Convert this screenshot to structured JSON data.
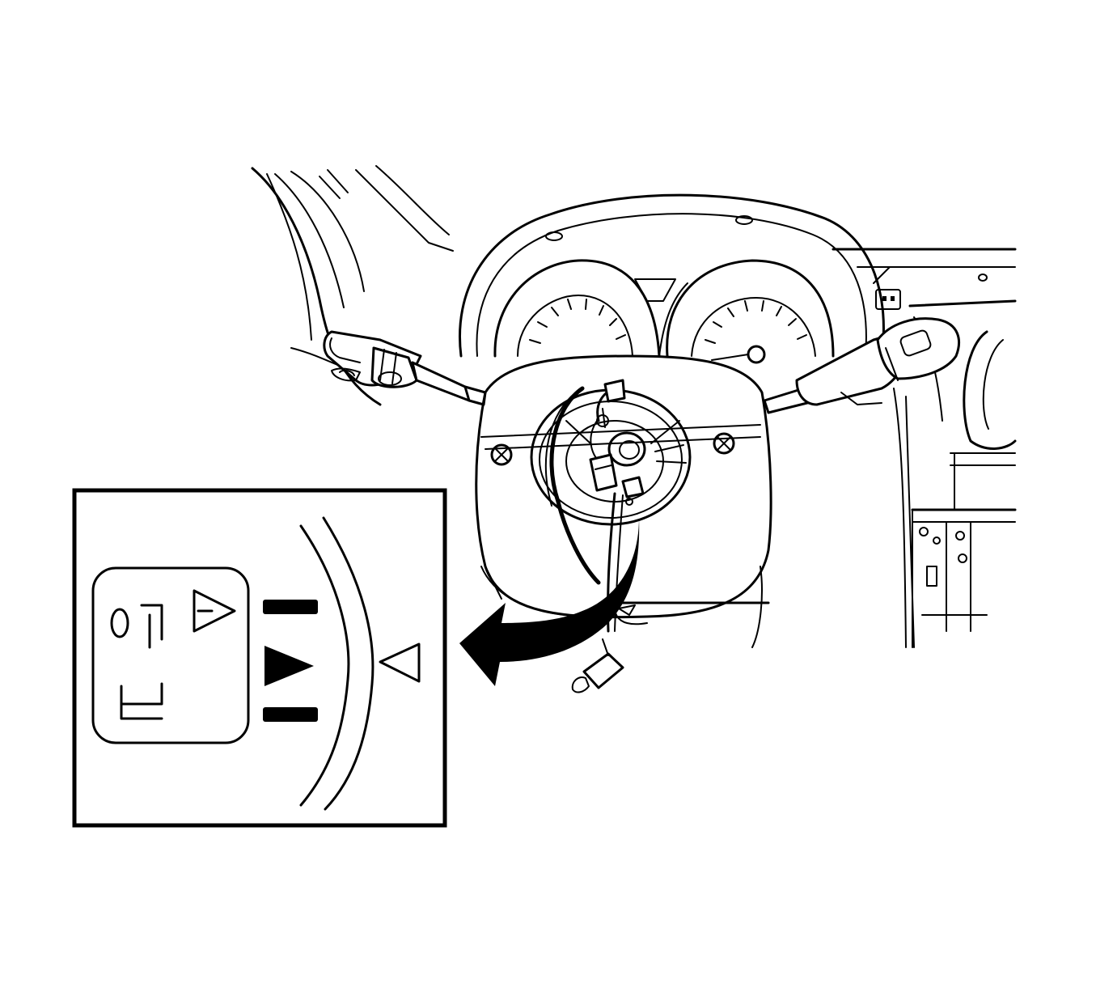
{
  "diagram": {
    "kind": "line-illustration",
    "subject": "steering-wheel-clockspring-alignment",
    "inset": {
      "marks": {
        "upper_bar": "bar",
        "center_pointer": "filled-triangle",
        "lower_bar": "bar",
        "housing_reference": "open-triangle",
        "label_triangle": "open-triangle-with-tick"
      },
      "label_glyphs": [
        "ㄱㅇ",
        "ㄱ",
        "ㄴ"
      ]
    },
    "arrow": {
      "direction": "toward-inset"
    }
  },
  "colors": {
    "ink": "#000000",
    "paper": "#ffffff"
  }
}
